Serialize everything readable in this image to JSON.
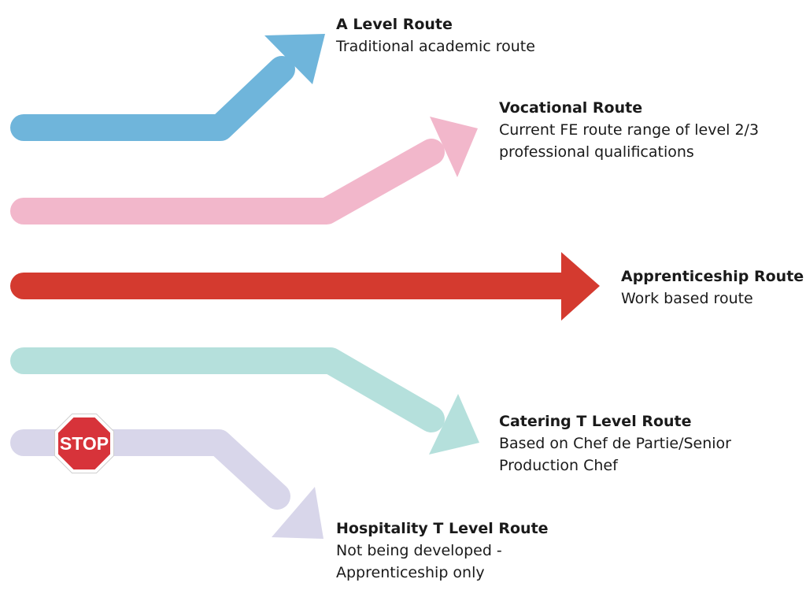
{
  "colors": {
    "a_level": "#6fb5db",
    "vocational": "#f2b7cb",
    "apprenticeship": "#d43a2f",
    "catering": "#b5e0dc",
    "hospitality": "#d8d6ea",
    "stop_sign": "#d7333a"
  },
  "routes": {
    "a_level": {
      "title": "A Level Route",
      "description": "Traditional academic route"
    },
    "vocational": {
      "title": "Vocational Route",
      "description": "Current FE route range of level 2/3 professional qualifications"
    },
    "apprenticeship": {
      "title": "Apprenticeship Route",
      "description": "Work based route"
    },
    "catering": {
      "title": "Catering T Level Route",
      "description": "Based on Chef de Partie/Senior Production Chef"
    },
    "hospitality": {
      "title": "Hospitality T Level Route",
      "description": "Not being developed - Apprenticeship only"
    }
  },
  "stop_sign": {
    "text": "STOP",
    "icon": "stop-sign-icon"
  }
}
